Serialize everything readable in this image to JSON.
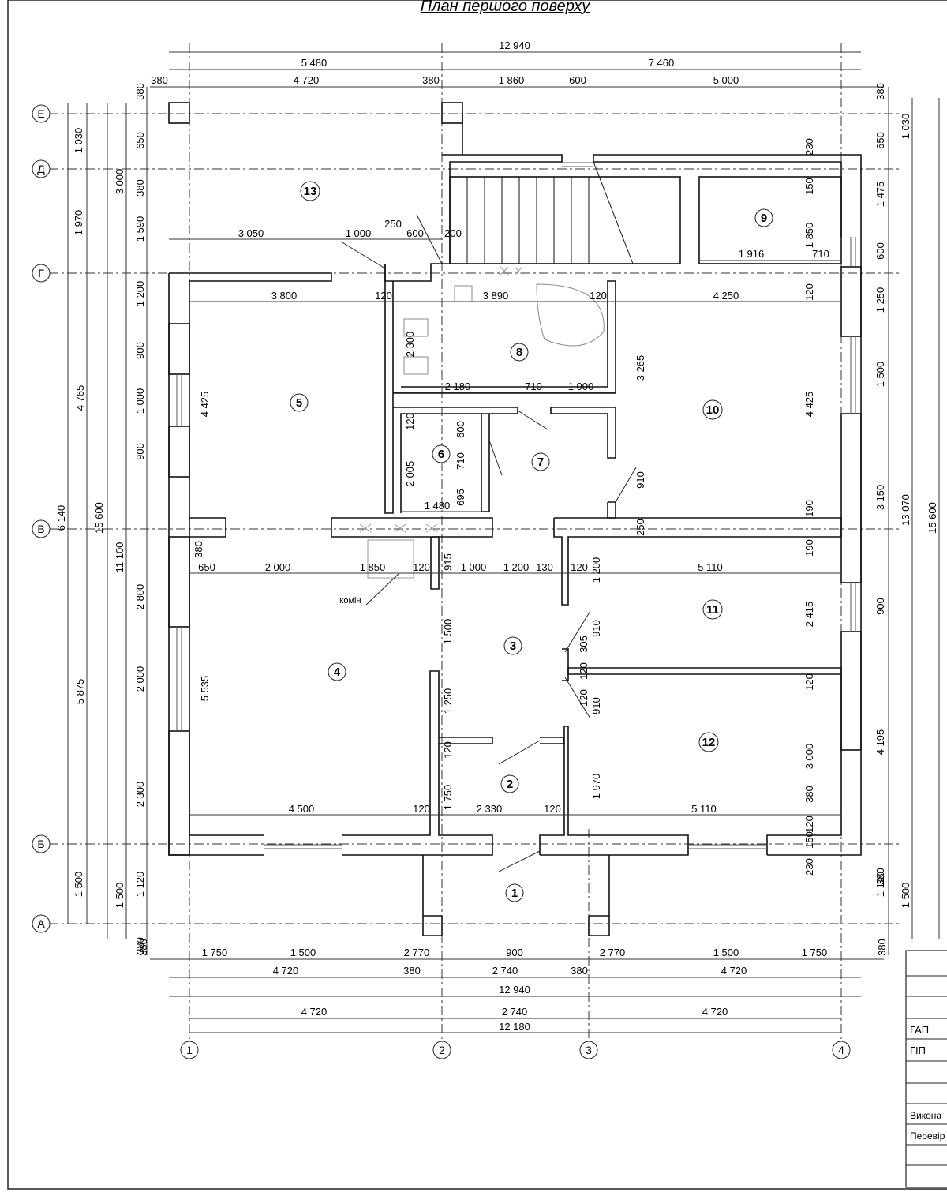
{
  "title": "План першого поверху",
  "axes_letters": [
    "Е",
    "Д",
    "Г",
    "В",
    "Б",
    "А"
  ],
  "axes_numbers": [
    "1",
    "2",
    "3",
    "4"
  ],
  "rooms": [
    "1",
    "2",
    "3",
    "4",
    "5",
    "6",
    "7",
    "8",
    "9",
    "10",
    "11",
    "12",
    "13"
  ],
  "fireplace_label": "комін",
  "top_dims": {
    "overall": "12 940",
    "left_block": "5 480",
    "right_block": "7 460",
    "row3": [
      "380",
      "4 720",
      "380",
      "1 860",
      "600",
      "5 000"
    ]
  },
  "bottom_dims": {
    "row1": [
      "1 750",
      "1 500",
      "2 770",
      "900",
      "2 770",
      "1 500",
      "1 750"
    ],
    "row2": [
      "4 720",
      "380",
      "2 740",
      "380",
      "4 720"
    ],
    "row3_total": "12 940",
    "row4": [
      "4 720",
      "2 740",
      "4 720"
    ],
    "row4_total": "12 180",
    "left_380": "380",
    "right_380": "380"
  },
  "left_dims": {
    "outer_total": "15 600",
    "mid": [
      "4 765",
      "6 140",
      "5 875"
    ],
    "col3": [
      "1 030",
      "1 970",
      "1 500"
    ],
    "col4": [
      "3 000",
      "11 100",
      "1 500"
    ],
    "col5": [
      "380",
      "650",
      "380",
      "1 590",
      "1 200",
      "900",
      "1 000",
      "900",
      "380",
      "2 800",
      "2 000",
      "2 300",
      "1 120",
      "380"
    ]
  },
  "right_dims": {
    "outer_total": "15 600",
    "col2": "13 070",
    "col1": [
      "380",
      "1 030",
      "650",
      "1 475",
      "600",
      "1 250",
      "1 500",
      "3 150",
      "900",
      "4 195",
      "1 120",
      "1 500",
      "380"
    ]
  },
  "inner_dims": [
    "3 050",
    "1 000",
    "250",
    "600",
    "200",
    "1 916",
    "710",
    "1 850",
    "150",
    "230",
    "3 800",
    "120",
    "3 890",
    "120",
    "4 250",
    "120",
    "2 300",
    "2 180",
    "710",
    "1 000",
    "3 265",
    "4 425",
    "4 425",
    "120",
    "600",
    "710",
    "2 005",
    "695",
    "1 480",
    "910",
    "250",
    "190",
    "650",
    "2 000",
    "1 850",
    "120",
    "915",
    "1 000",
    "1 200",
    "130",
    "120",
    "5 110",
    "1 200",
    "190",
    "1 500",
    "910",
    "305",
    "120",
    "2 415",
    "120",
    "910",
    "120",
    "5 535",
    "1 250",
    "120",
    "3 000",
    "120",
    "1 970",
    "1 750",
    "4 500",
    "120",
    "2 330",
    "120",
    "5 110",
    "150",
    "230",
    "380"
  ],
  "stamp_rows": [
    "ГАП",
    "ГІП",
    "Викона",
    "Перевір"
  ]
}
